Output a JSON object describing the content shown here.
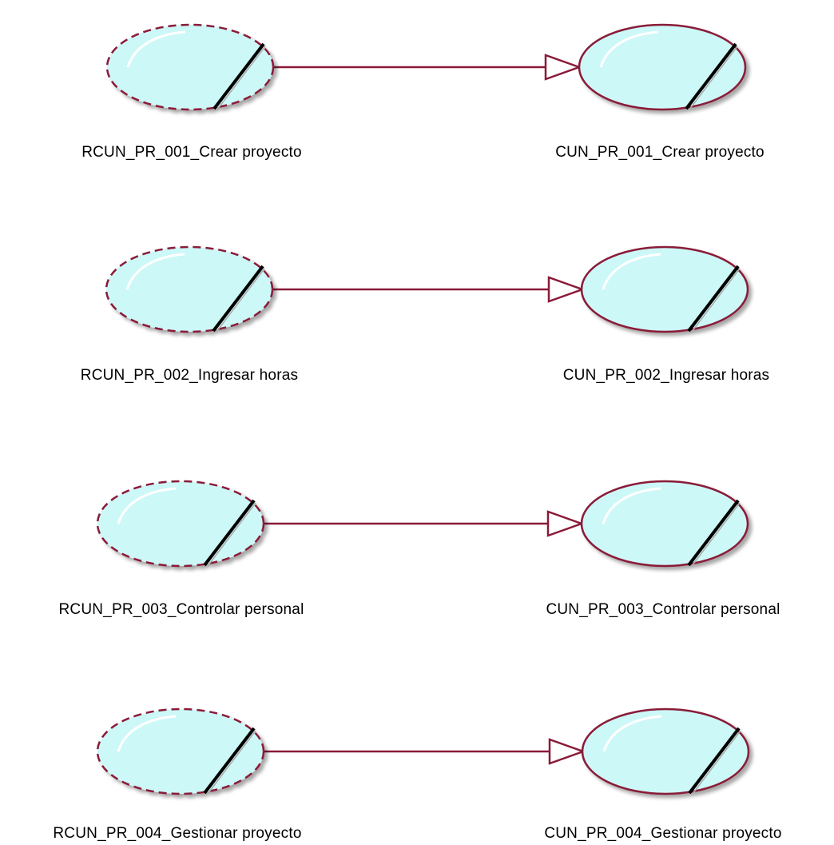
{
  "diagram": {
    "rows": [
      {
        "source": {
          "label": "RCUN_PR_001_Crear proyecto",
          "stereotype": "business-use-case-realization"
        },
        "target": {
          "label": "CUN_PR_001_Crear proyecto",
          "stereotype": "business-use-case"
        },
        "relation": "realization"
      },
      {
        "source": {
          "label": "RCUN_PR_002_Ingresar horas",
          "stereotype": "business-use-case-realization"
        },
        "target": {
          "label": "CUN_PR_002_Ingresar horas",
          "stereotype": "business-use-case"
        },
        "relation": "realization"
      },
      {
        "source": {
          "label": "RCUN_PR_003_Controlar personal",
          "stereotype": "business-use-case-realization"
        },
        "target": {
          "label": "CUN_PR_003_Controlar personal",
          "stereotype": "business-use-case"
        },
        "relation": "realization"
      },
      {
        "source": {
          "label": "RCUN_PR_004_Gestionar proyecto",
          "stereotype": "business-use-case-realization"
        },
        "target": {
          "label": "CUN_PR_004_Gestionar proyecto",
          "stereotype": "business-use-case"
        },
        "relation": "realization"
      }
    ]
  },
  "colors": {
    "fill": "#cdf8f8",
    "outline": "#8a1a38",
    "connector": "#8a1a38",
    "slash": "#000000"
  }
}
